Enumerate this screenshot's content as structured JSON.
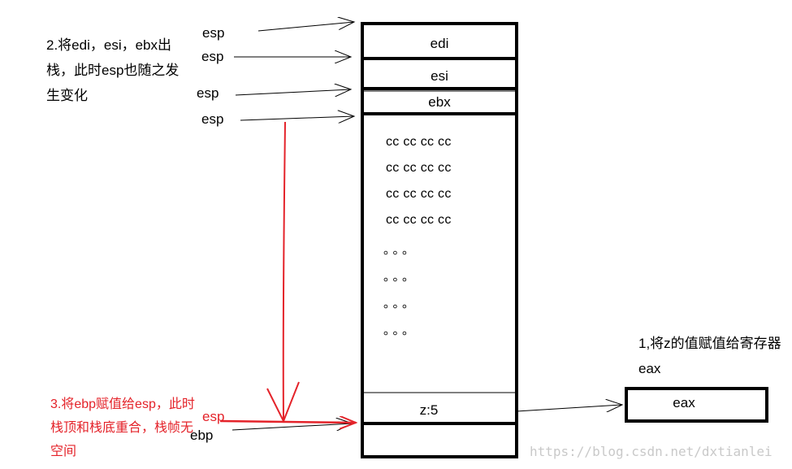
{
  "notes": {
    "step2": "2.将edi，esi，ebx出栈，此时esp也随之发生变化",
    "step1": "1,将z的值赋值给寄存器eax",
    "step3": "3.将ebp赋值给esp，此时栈顶和栈底重合，栈帧无空间"
  },
  "labels": {
    "esp1": "esp",
    "esp2": "esp",
    "esp3": "esp",
    "esp4": "esp",
    "esp_red": "esp",
    "ebp": "ebp"
  },
  "stack": {
    "edi": "edi",
    "esi": "esi",
    "ebx": "ebx",
    "cc_rows": [
      "cc cc cc cc",
      "cc cc cc cc",
      "cc cc cc cc",
      "cc cc cc cc"
    ],
    "dot_rows": [
      "。。。",
      "。。。",
      "。。。",
      "。。。"
    ],
    "z": "z:5"
  },
  "register": {
    "eax": "eax"
  },
  "watermark": "https://blog.csdn.net/dxtianlei",
  "colors": {
    "red": "#e4232a",
    "black": "#000000"
  }
}
